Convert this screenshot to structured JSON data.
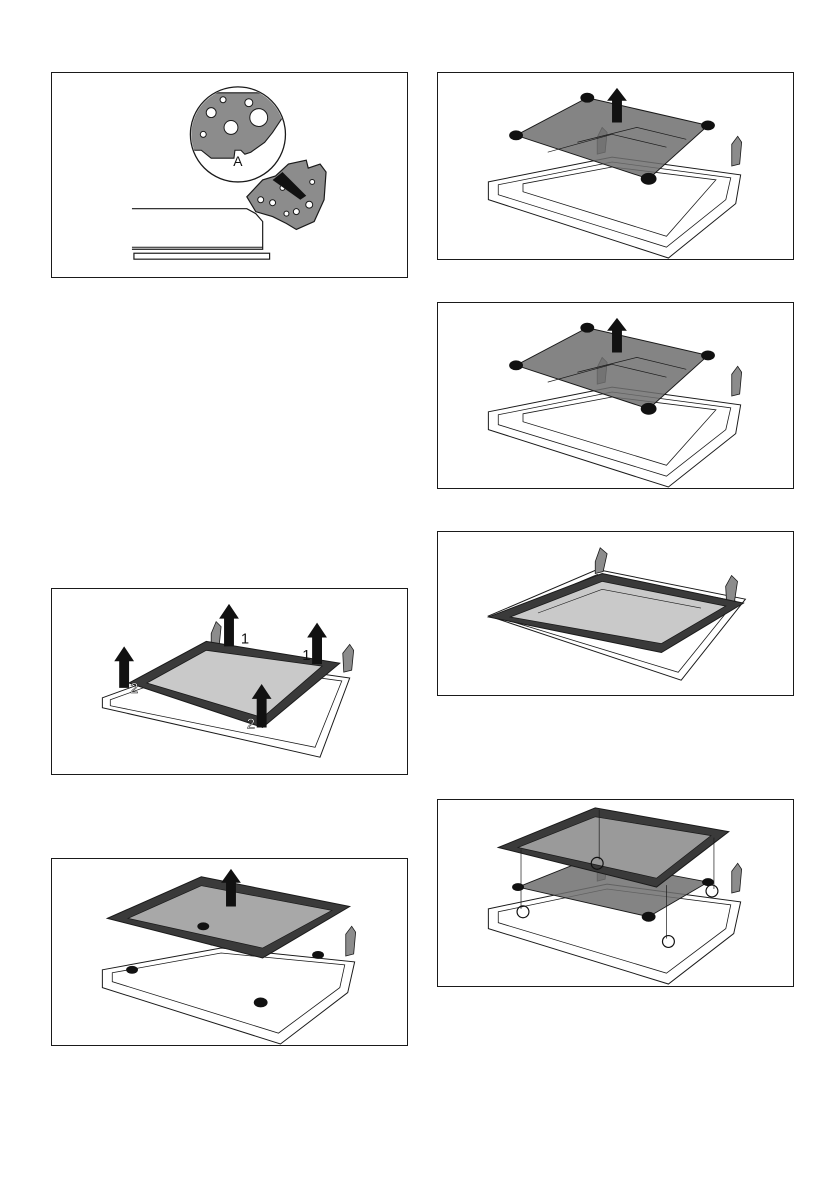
{
  "figures": [
    {
      "id": "fig-hinge-detail",
      "callout_label": "A"
    },
    {
      "id": "fig-lift-inner-glass-1"
    },
    {
      "id": "fig-lift-inner-glass-2"
    },
    {
      "id": "fig-door-glass-installed"
    },
    {
      "id": "fig-remove-door-cover",
      "step_labels": [
        "1",
        "1",
        "2",
        "2"
      ]
    },
    {
      "id": "fig-reinstall-glass-panels"
    },
    {
      "id": "fig-lift-outer-panel"
    }
  ],
  "colors": {
    "line": "#1a1a1a",
    "dark_glass": "#3a3a3a",
    "mid_glass": "#6e6e6e",
    "light_glass": "#c9c9c9",
    "hinge_grey": "#8c8c8c",
    "arrow": "#111111"
  }
}
